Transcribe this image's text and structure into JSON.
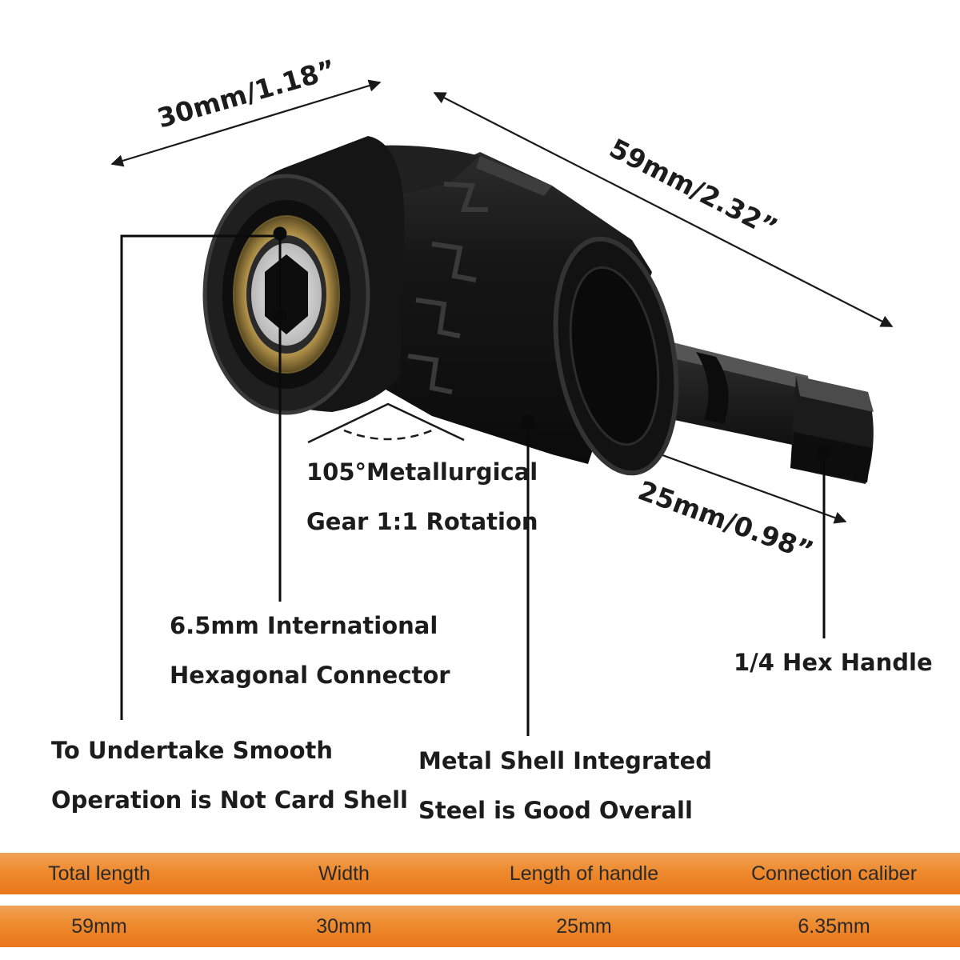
{
  "dimensions": {
    "width": "30mm/1.18”",
    "length": "59mm/2.32”",
    "handle": "25mm/0.98”"
  },
  "callouts": {
    "gear": [
      "105°Metallurgical",
      "Gear 1:1 Rotation"
    ],
    "connector": [
      "6.5mm International",
      "Hexagonal Connector"
    ],
    "hex_handle": "1/4 Hex Handle",
    "smooth": [
      "To Undertake Smooth",
      "Operation is Not Card Shell"
    ],
    "shell": [
      "Metal Shell Integrated",
      "Steel is Good Overall"
    ]
  },
  "spec_table": {
    "headers": [
      "Total length",
      "Width",
      "Length of handle",
      "Connection caliber"
    ],
    "values": [
      "59mm",
      "30mm",
      "25mm",
      "6.35mm"
    ]
  },
  "colors": {
    "band": "#ee8a2e",
    "body": "#141414",
    "bearing": "#b59a55",
    "text": "#1c1c1c"
  }
}
